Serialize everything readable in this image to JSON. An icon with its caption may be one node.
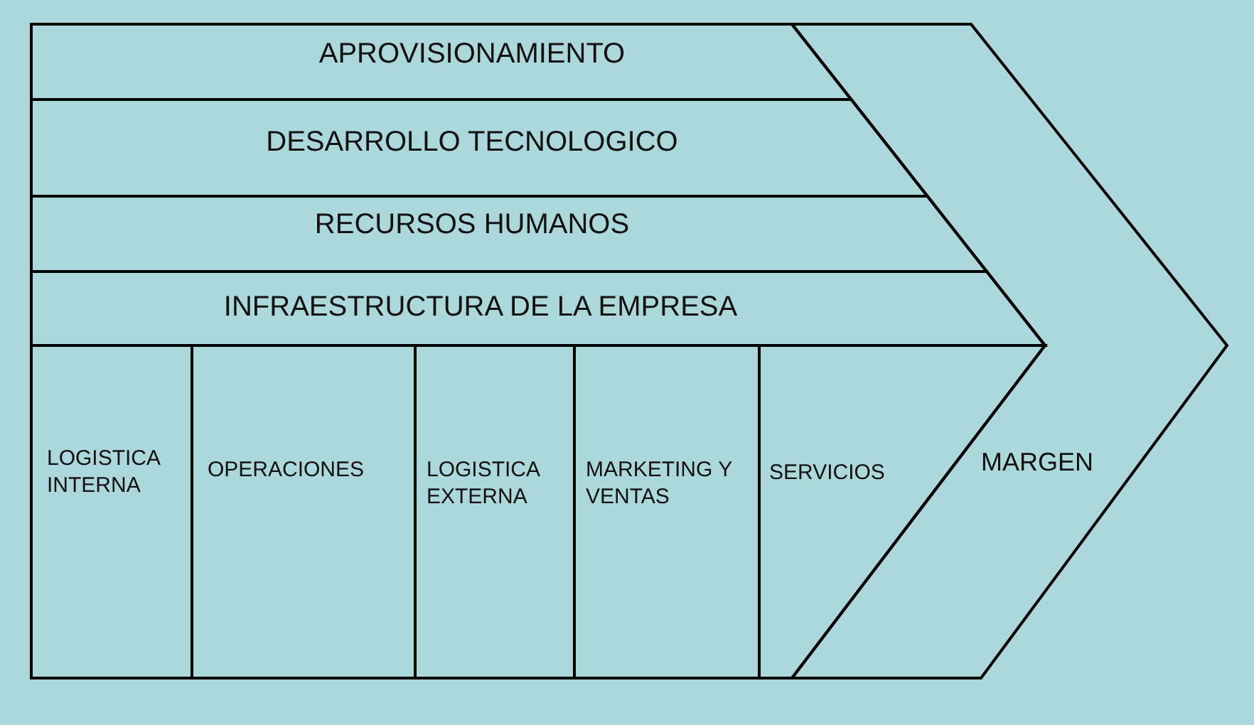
{
  "diagram": {
    "nodes": [
      {
        "text": [
          "APROVISIONAMIENTO"
        ]
      },
      {
        "text": [
          "DESARROLLO TECNOLOGICO"
        ]
      },
      {
        "text": [
          "RECURSOS HUMANOS"
        ]
      },
      {
        "text": [
          "INFRAESTRUCTURA DE LA EMPRESA"
        ]
      },
      {
        "text": [
          "LOGISTICA INTERNA"
        ]
      },
      {
        "text": [
          "OPERACIONES"
        ]
      },
      {
        "text": [
          "LOGISTICA EXTERNA"
        ]
      },
      {
        "text": [
          "MARKETING Y VENTAS"
        ]
      },
      {
        "text": [
          "SERVICIOS"
        ]
      },
      {
        "text": [
          "MARGEN"
        ]
      }
    ]
  }
}
